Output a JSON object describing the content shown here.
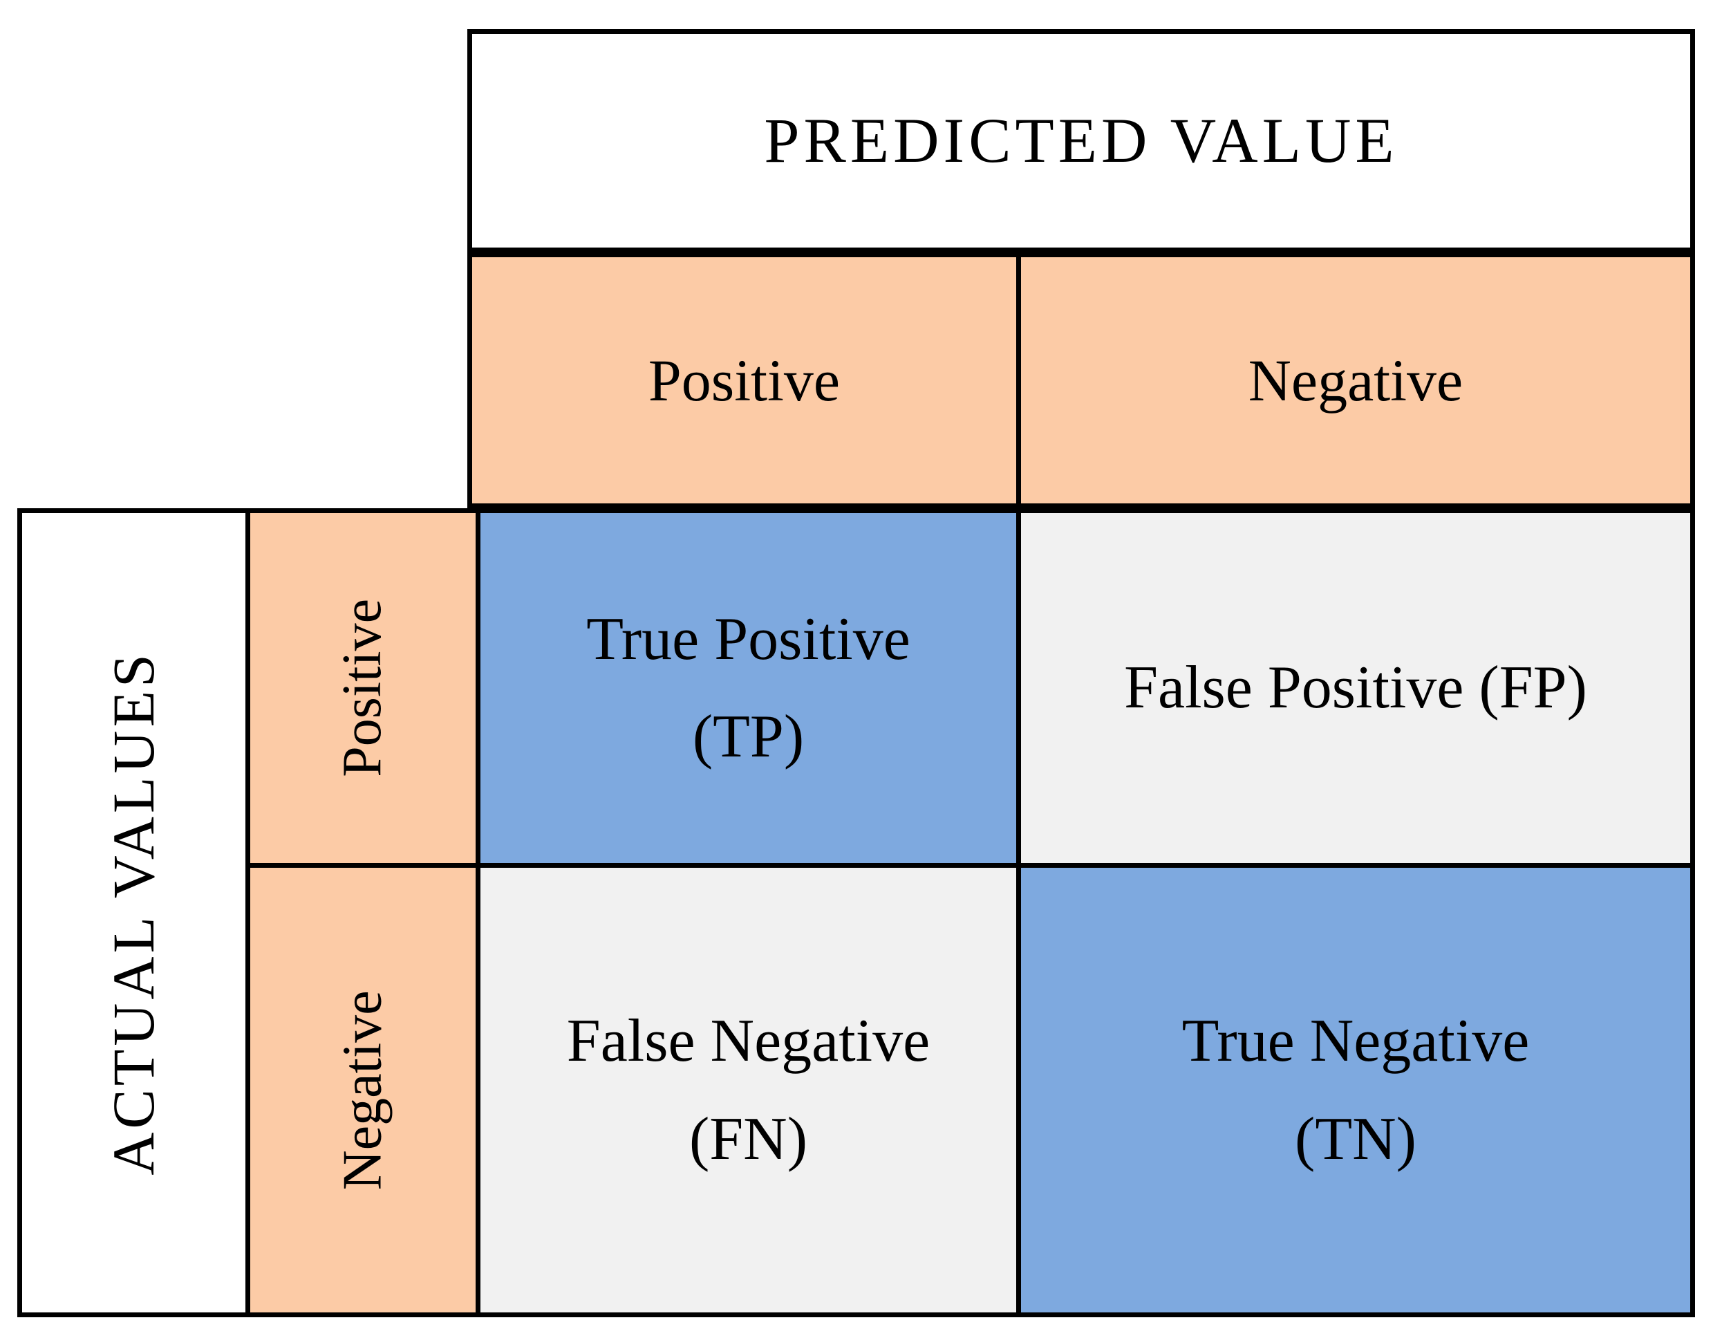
{
  "diagram": {
    "type": "confusion-matrix",
    "predicted_axis_label": "PREDICTED VALUE",
    "actual_axis_label": "ACTUAL VALUES",
    "predicted_classes": [
      "Positive",
      "Negative"
    ],
    "actual_classes": [
      "Positive",
      "Negative"
    ],
    "colors": {
      "header_fill": "#FCCBA6",
      "correct_fill": "#7EA9DF",
      "incorrect_fill": "#F1F1F1",
      "banner_fill": "#FFFFFF",
      "border": "#000000",
      "text": "#000000"
    },
    "cells": {
      "true_positive": {
        "name": "True Positive",
        "abbrev": "(TP)"
      },
      "false_positive": {
        "name": "False Positive",
        "abbrev": "(FP)",
        "single_line": "False Positive (FP)"
      },
      "false_negative": {
        "name": "False Negative",
        "abbrev": "(FN)"
      },
      "true_negative": {
        "name": "True Negative",
        "abbrev": "(TN)"
      }
    }
  }
}
